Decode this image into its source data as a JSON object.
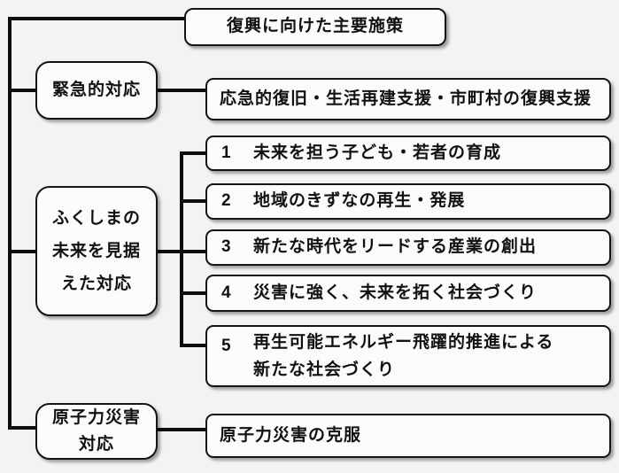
{
  "colors": {
    "background": "#f3f3f3",
    "box_fill": "#fbfbfb",
    "box_border": "#141414",
    "connector_line": "#0d0d0d",
    "text": "#111111"
  },
  "tree": {
    "root": {
      "label": "復興に向けた主要施策"
    },
    "branches": [
      {
        "label": "緊急的対応",
        "label_lines": [
          "緊急的対応"
        ],
        "children": [
          {
            "num": "",
            "lines": [
              "応急的復旧・生活再建支援・市町村の復興支援"
            ]
          }
        ]
      },
      {
        "label": "ふくしまの未来を見据えた対応",
        "label_lines": [
          "ふくしまの",
          "未来を見据",
          "えた対応"
        ],
        "children": [
          {
            "num": "1",
            "lines": [
              "未来を担う子ども・若者の育成"
            ]
          },
          {
            "num": "2",
            "lines": [
              "地域のきずなの再生・発展"
            ]
          },
          {
            "num": "3",
            "lines": [
              "新たな時代をリードする産業の創出"
            ]
          },
          {
            "num": "4",
            "lines": [
              "災害に強く、未来を拓く社会づくり"
            ]
          },
          {
            "num": "5",
            "lines": [
              "再生可能エネルギー飛躍的推進による",
              "新たな社会づくり"
            ]
          }
        ]
      },
      {
        "label": "原子力災害対応",
        "label_lines": [
          "原子力災害",
          "対応"
        ],
        "children": [
          {
            "num": "",
            "lines": [
              "原子力災害の克服"
            ]
          }
        ]
      }
    ]
  }
}
